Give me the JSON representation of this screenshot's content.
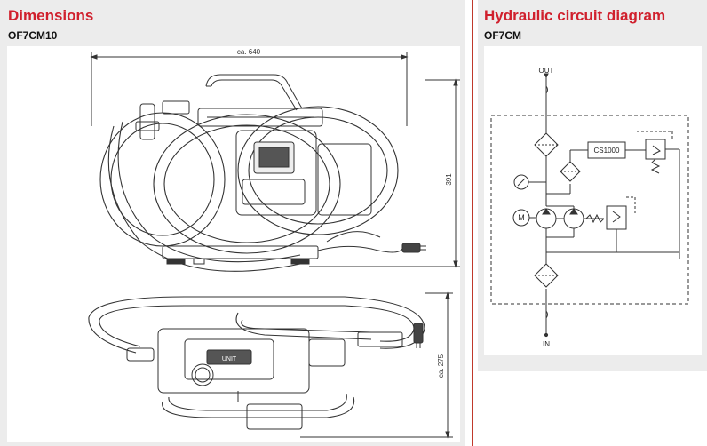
{
  "dimensions_panel": {
    "title": "Dimensions",
    "model": "OF7CM10",
    "dim_width": "ca. 640",
    "dim_height": "391",
    "dim_depth": "ca. 275",
    "plate_label": "UNIT"
  },
  "circuit_panel": {
    "title": "Hydraulic circuit diagram",
    "model": "OF7CM",
    "label_out": "OUT",
    "label_in": "IN",
    "label_sensor": "CS1000",
    "label_motor": "M"
  },
  "colors": {
    "title_red": "#d0202d",
    "panel_bg": "#ececec",
    "divider": "#c0392b"
  }
}
